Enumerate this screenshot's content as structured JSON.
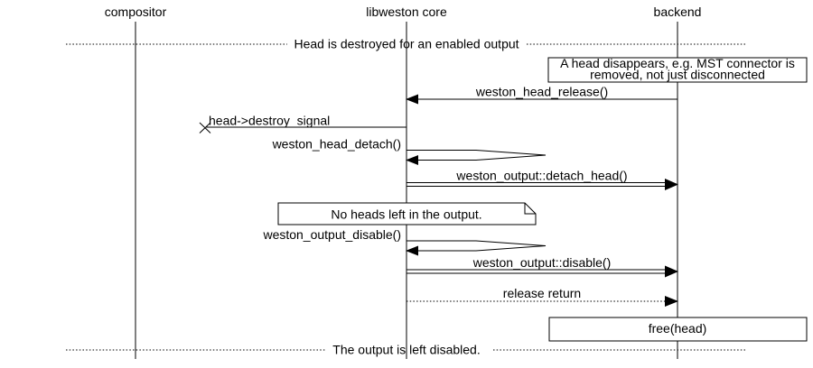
{
  "diagram": {
    "kind": "sequence-diagram",
    "colors": {
      "line": "#000000",
      "background": "#ffffff",
      "text": "#000000"
    },
    "actors": [
      {
        "label": "compositor"
      },
      {
        "label": "libweston core"
      },
      {
        "label": "backend"
      }
    ],
    "dividers": [
      {
        "label": "Head is destroyed for an enabled output"
      },
      {
        "label": "The output is left disabled."
      }
    ],
    "notes": [
      {
        "shape": "box",
        "lines": [
          "A head disappears, e.g. MST connector is",
          "removed, not just disconnected"
        ]
      },
      {
        "shape": "note",
        "lines": [
          "No heads left in the output."
        ]
      },
      {
        "shape": "box",
        "lines": [
          "free(head)"
        ]
      }
    ],
    "messages": [
      {
        "label": "weston_head_release()",
        "from": "backend",
        "to": "libweston core",
        "style": "call"
      },
      {
        "label": "head->destroy_signal",
        "from": "libweston core",
        "to": "lost",
        "style": "lost"
      },
      {
        "label": "weston_head_detach()",
        "from": "libweston core",
        "to": "libweston core",
        "style": "self"
      },
      {
        "label": "weston_output::detach_head()",
        "from": "libweston core",
        "to": "backend",
        "style": "method"
      },
      {
        "label": "weston_output_disable()",
        "from": "libweston core",
        "to": "libweston core",
        "style": "self"
      },
      {
        "label": "weston_output::disable()",
        "from": "libweston core",
        "to": "backend",
        "style": "method"
      },
      {
        "label": "release return",
        "from": "libweston core",
        "to": "backend",
        "style": "return"
      }
    ]
  }
}
